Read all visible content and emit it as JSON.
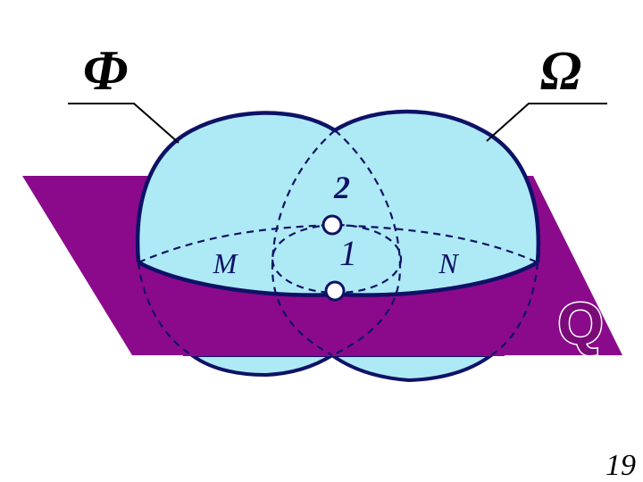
{
  "labels": {
    "surface_left": "Φ",
    "surface_right": "Ω",
    "plane": "Q",
    "region_left": "M",
    "region_right": "N",
    "point_upper": "2",
    "point_lower": "1",
    "page_number": "19"
  },
  "colors": {
    "plane_fill": "#8B0A8B",
    "plane_letter": "#7A0A7A",
    "surface_fill": "#AEEAF5",
    "surface_outline": "#0E1266",
    "leader_line": "#000000",
    "point_fill": "#ffffff"
  }
}
